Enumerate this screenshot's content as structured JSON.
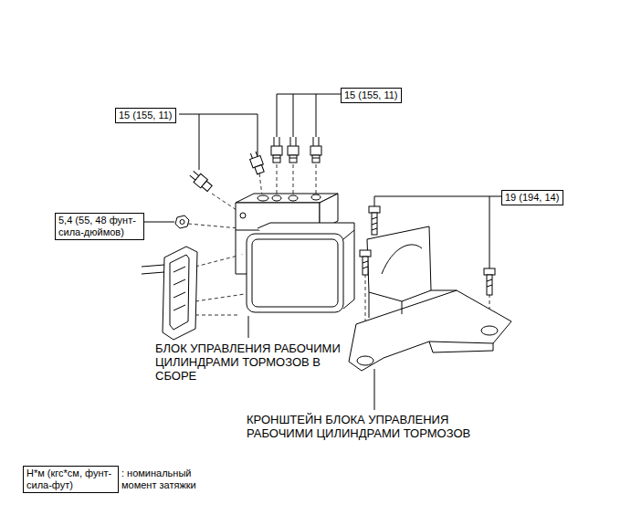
{
  "diagram": {
    "nodes": [
      {
        "text": [
          "15 (155, 11)"
        ]
      },
      {
        "text": [
          "15 (155, 11)"
        ]
      },
      {
        "text": [
          "19 (194, 14)"
        ]
      },
      {
        "text": [
          "5,4 (55, 48 фунт-сила-дюймов)"
        ]
      },
      {
        "text": [
          "Н*м (кгс*см, фунт-сила-фут)"
        ]
      }
    ],
    "labels": [
      "БЛОК УПРАВЛЕНИЯ РАБОЧИМИ ЦИЛИНДРАМИ ТОРМОЗОВ В СБОРЕ",
      "КРОНШТЕЙН БЛОКА УПРАВЛЕНИЯ РАБОЧИМИ ЦИЛИНДРАМИ ТОРМОЗОВ",
      ": номинальный момент затяжки"
    ]
  }
}
